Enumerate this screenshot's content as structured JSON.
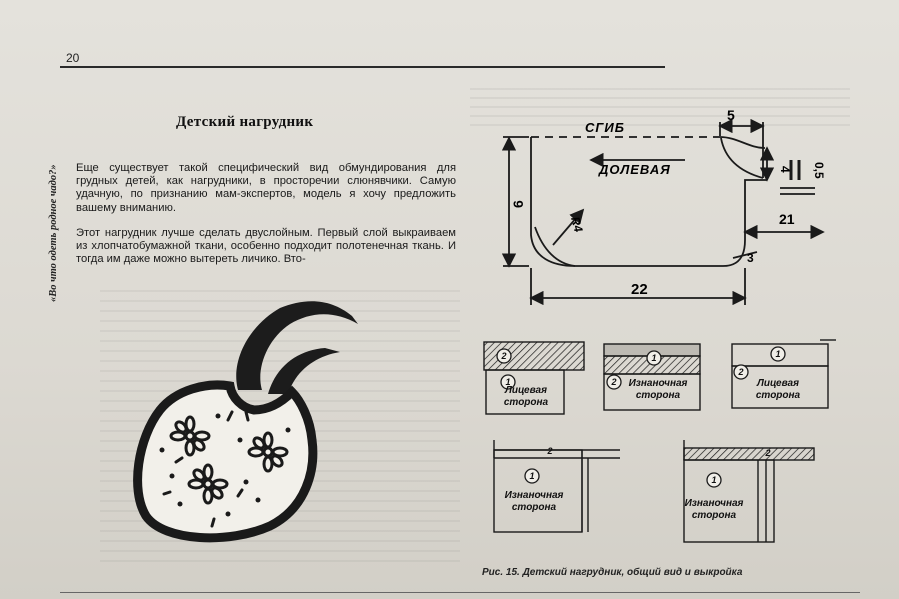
{
  "page": {
    "number": "20",
    "running_head": "«Во что одеть родное чадо?»",
    "title": "Детский нагрудник",
    "paragraphs": [
      "Еще существует такой специфический вид обмундирования для грудных детей, как нагрудники, в просторечии слюнявчики. Самую удачную, по признанию мам-экспертов, модель я хочу предложить вашему вниманию.",
      "Этот нагрудник лучше сделать двуслойным. Первый слой выкраиваем из хлопчатобумажной ткани, особенно подходит полотенечная ткань. И тогда им даже можно вытереть личико. Вто-"
    ]
  },
  "pattern": {
    "fold_label": "СГИБ",
    "grain_label": "ДОЛЕВАЯ",
    "dims": {
      "top_right": "5",
      "height": "6",
      "radius": "R4",
      "small_v": "4",
      "side": "0,5",
      "inner_width": "21",
      "corner": "3",
      "width": "22"
    }
  },
  "steps": {
    "n1": "1",
    "n2": "2",
    "face_side": "Лицевая сторона",
    "wrong_side": "Изнаночная сторона"
  },
  "caption": "Рис. 15. Детский нагрудник, общий вид и выкройка"
}
